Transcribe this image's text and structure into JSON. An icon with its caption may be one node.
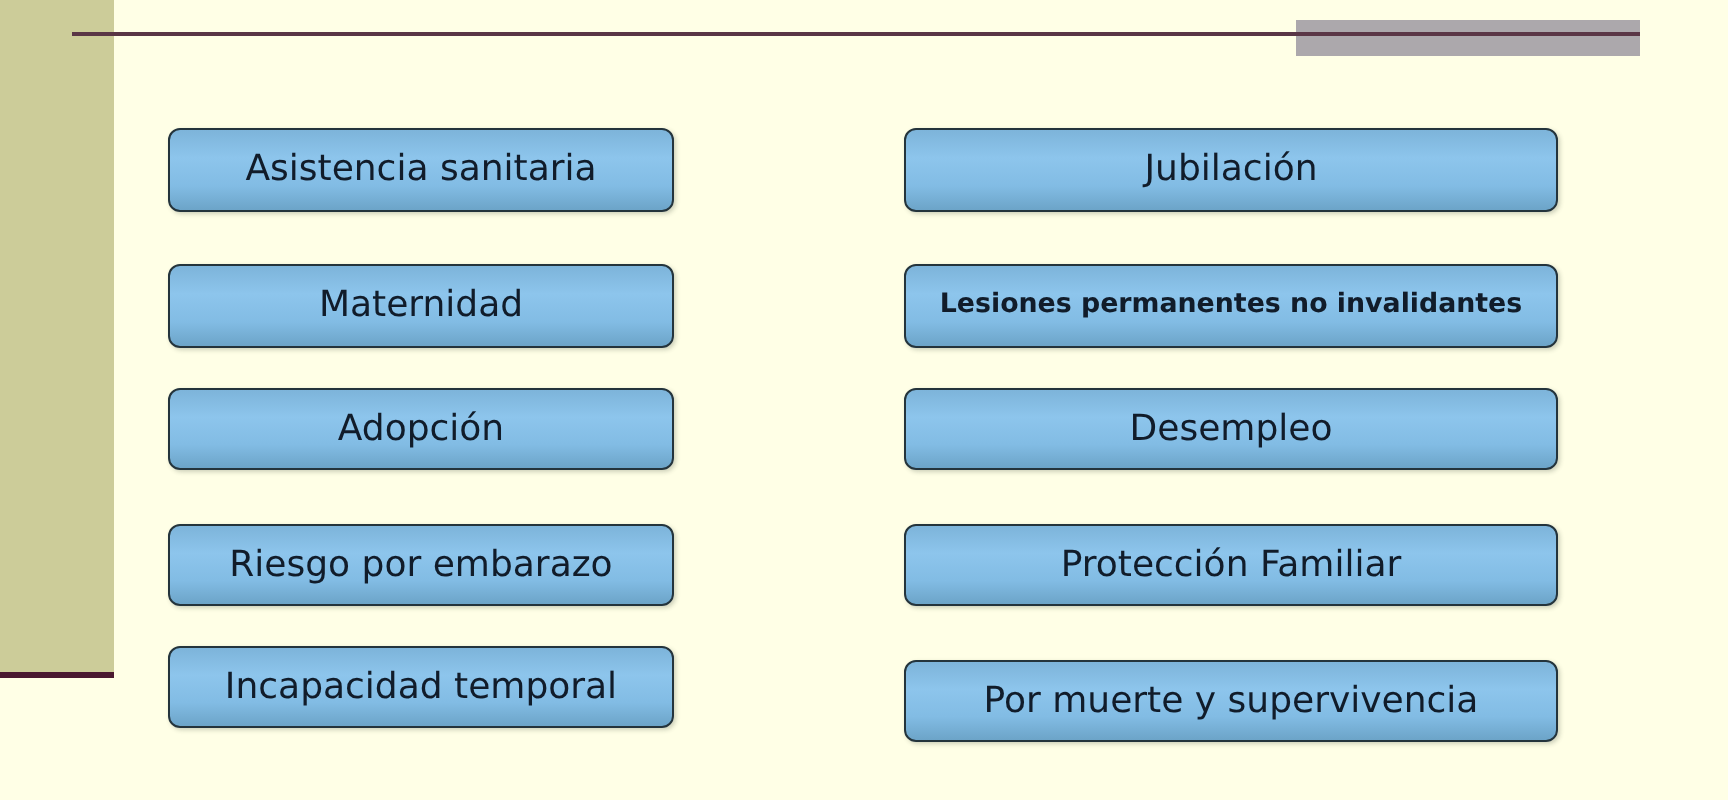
{
  "diagram": {
    "nodes": [
      {
        "text": [
          "Asistencia sanitaria"
        ]
      },
      {
        "text": [
          "Jubilación"
        ]
      },
      {
        "text": [
          "Maternidad"
        ]
      },
      {
        "text": [
          "Lesiones permanentes no invalidantes"
        ]
      },
      {
        "text": [
          "Adopción"
        ]
      },
      {
        "text": [
          "Desempleo"
        ]
      },
      {
        "text": [
          "Riesgo por embarazo"
        ]
      },
      {
        "text": [
          "Protección Familiar"
        ]
      },
      {
        "text": [
          "Incapacidad temporal"
        ]
      },
      {
        "text": [
          "Por muerte y supervivencia"
        ]
      }
    ]
  }
}
